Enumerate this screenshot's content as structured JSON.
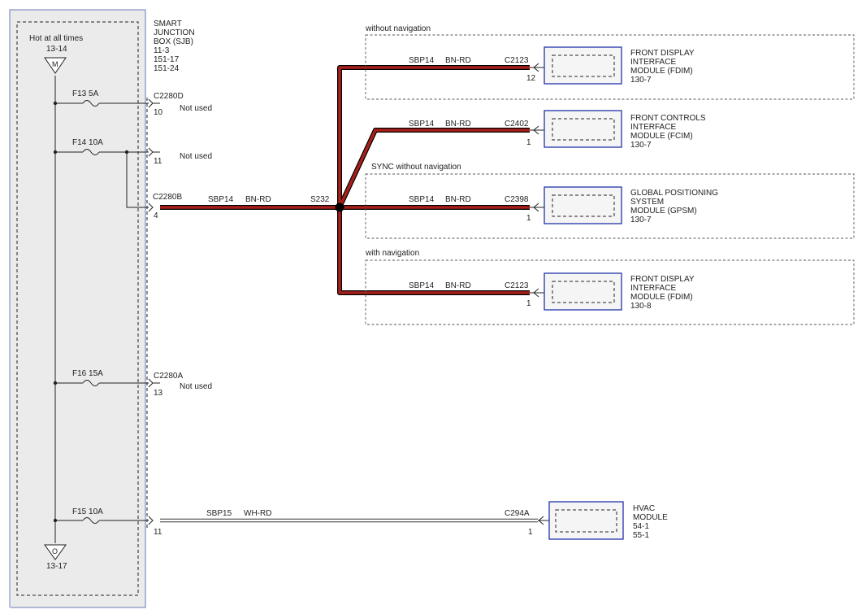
{
  "sjb": {
    "hot_label": "Hot at all times",
    "ref_top": "13-14",
    "symbol_top": "M",
    "ref_bottom": "13-17",
    "symbol_bottom": "O",
    "title_lines": [
      "SMART",
      "JUNCTION",
      "BOX (SJB)",
      "11-3",
      "151-17",
      "151-24"
    ],
    "fuses": [
      {
        "label": "F13  5A"
      },
      {
        "label": "F14  10A"
      },
      {
        "label": "F16  15A"
      },
      {
        "label": "F15  10A"
      }
    ]
  },
  "connectors": {
    "c2280d": {
      "name": "C2280D",
      "pin": "10",
      "note": "Not used"
    },
    "c2280_f14": {
      "pin": "11",
      "note": "Not used"
    },
    "c2280b": {
      "name": "C2280B",
      "pin": "4"
    },
    "c2280a": {
      "name": "C2280A",
      "pin": "13",
      "note": "Not used"
    },
    "hvac_out": {
      "pin": "11"
    }
  },
  "splice": {
    "name": "S232"
  },
  "main_circuit": {
    "circuit": "SBP14",
    "color": "BN-RD"
  },
  "hvac_circuit": {
    "circuit": "SBP15",
    "color": "WH-RD"
  },
  "groups": {
    "without_nav": "without navigation",
    "sync": "SYNC without navigation",
    "with_nav": "with navigation"
  },
  "modules": [
    {
      "circuit": "SBP14",
      "color": "BN-RD",
      "connector": "C2123",
      "pin": "12",
      "name_lines": [
        "FRONT DISPLAY",
        "INTERFACE",
        "MODULE (FDIM)"
      ],
      "ref": "130-7"
    },
    {
      "circuit": "SBP14",
      "color": "BN-RD",
      "connector": "C2402",
      "pin": "1",
      "name_lines": [
        "FRONT CONTROLS",
        "INTERFACE",
        "MODULE (FCIM)"
      ],
      "ref": "130-7"
    },
    {
      "circuit": "SBP14",
      "color": "BN-RD",
      "connector": "C2398",
      "pin": "1",
      "name_lines": [
        "GLOBAL POSITIONING",
        "SYSTEM",
        "MODULE (GPSM)"
      ],
      "ref": "130-7"
    },
    {
      "circuit": "SBP14",
      "color": "BN-RD",
      "connector": "C2123",
      "pin": "1",
      "name_lines": [
        "FRONT DISPLAY",
        "INTERFACE",
        "MODULE (FDIM)"
      ],
      "ref": "130-8"
    }
  ],
  "hvac": {
    "connector": "C294A",
    "pin": "1",
    "name_lines": [
      "HVAC",
      "MODULE"
    ],
    "refs": [
      "54-1",
      "55-1"
    ]
  }
}
